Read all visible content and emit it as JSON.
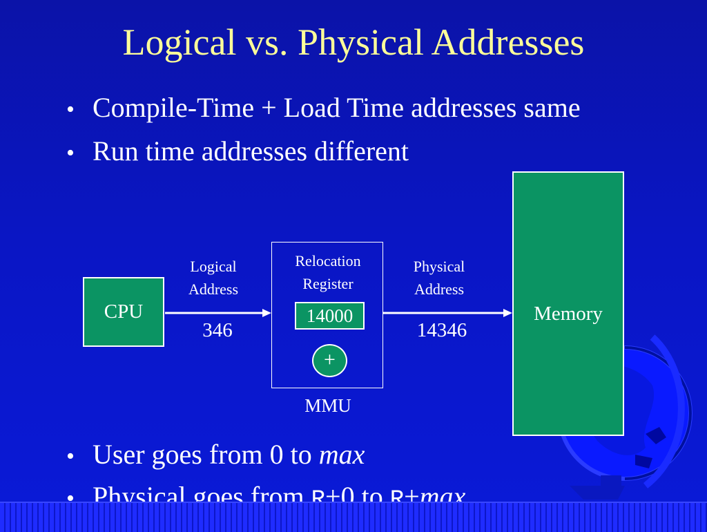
{
  "title": "Logical vs. Physical Addresses",
  "bullets_top": [
    "Compile-Time + Load Time addresses same",
    "Run time addresses different"
  ],
  "bullet_symbol": "•",
  "diagram": {
    "cpu_label": "CPU",
    "logical_label_1": "Logical",
    "logical_label_2": "Address",
    "logical_value": "346",
    "relocation_label_1": "Relocation",
    "relocation_label_2": "Register",
    "relocation_value": "14000",
    "plus_symbol": "+",
    "mmu_label": "MMU",
    "physical_label_1": "Physical",
    "physical_label_2": "Address",
    "physical_value": "14346",
    "memory_label": "Memory"
  },
  "bullet3": {
    "text": "User goes from 0 to ",
    "italic": "max"
  },
  "bullet4": {
    "text1": "Physical goes from ",
    "r1": "R",
    "text2": "+0 to ",
    "r2": "R",
    "text3": "+",
    "italic": "max"
  },
  "colors": {
    "background": "#0a16c4",
    "title": "#ffff99",
    "box_fill": "#0b9463",
    "text": "#ffffff"
  }
}
